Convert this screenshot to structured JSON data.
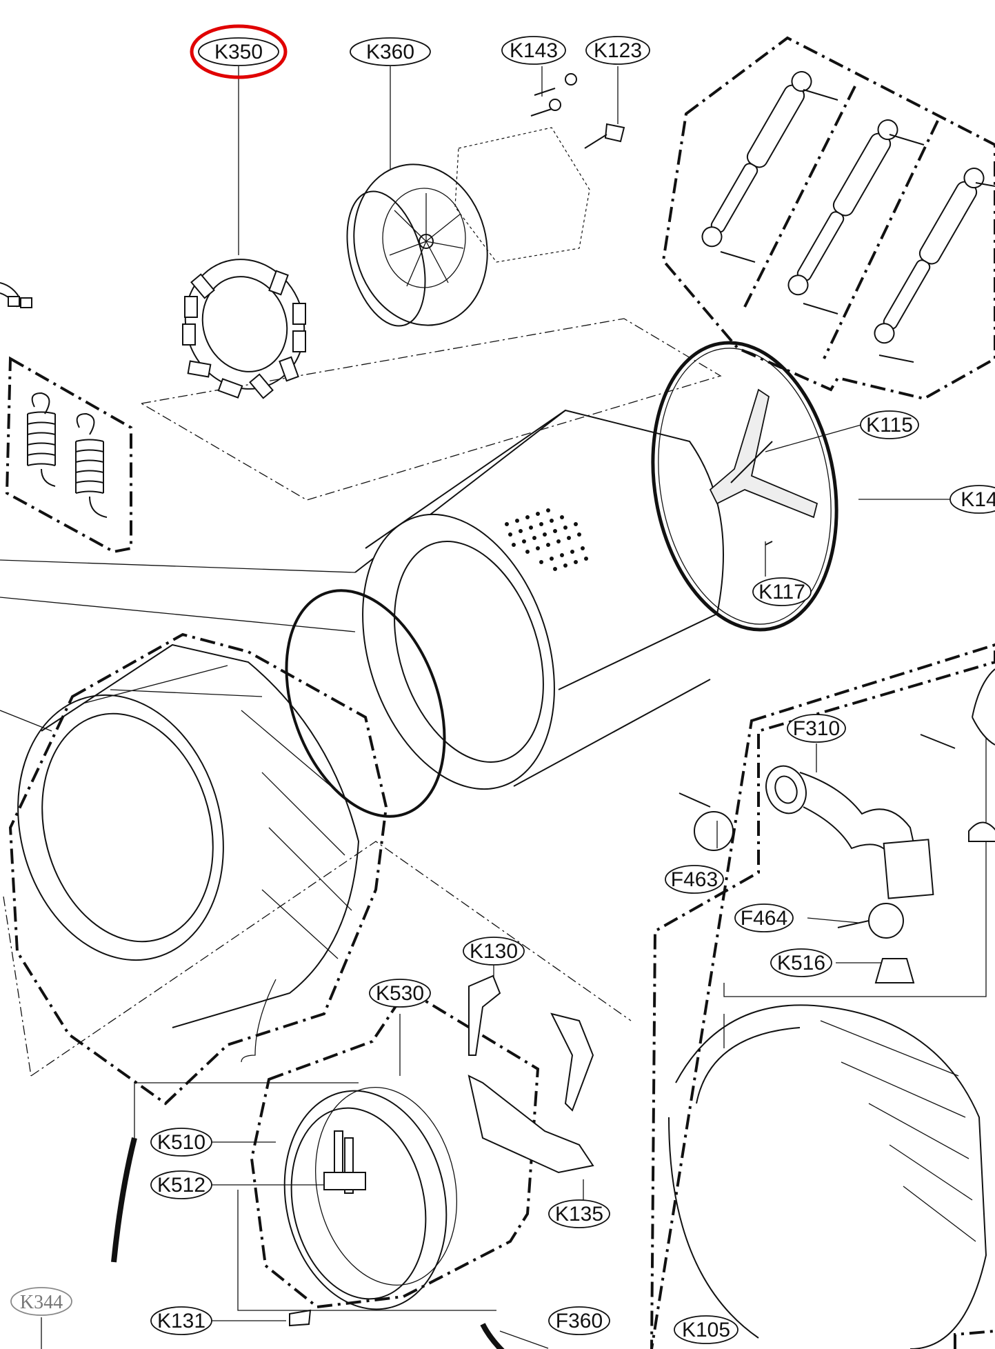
{
  "diagram": {
    "highlight_color": "#e00000",
    "highlighted_part": "K350",
    "labels": [
      "K350",
      "K360",
      "K143",
      "K123",
      "K115",
      "K14",
      "K117",
      "F310",
      "F463",
      "F464",
      "K516",
      "K130",
      "K530",
      "K510",
      "K512",
      "K135",
      "K344",
      "K131",
      "F360",
      "K105"
    ]
  }
}
